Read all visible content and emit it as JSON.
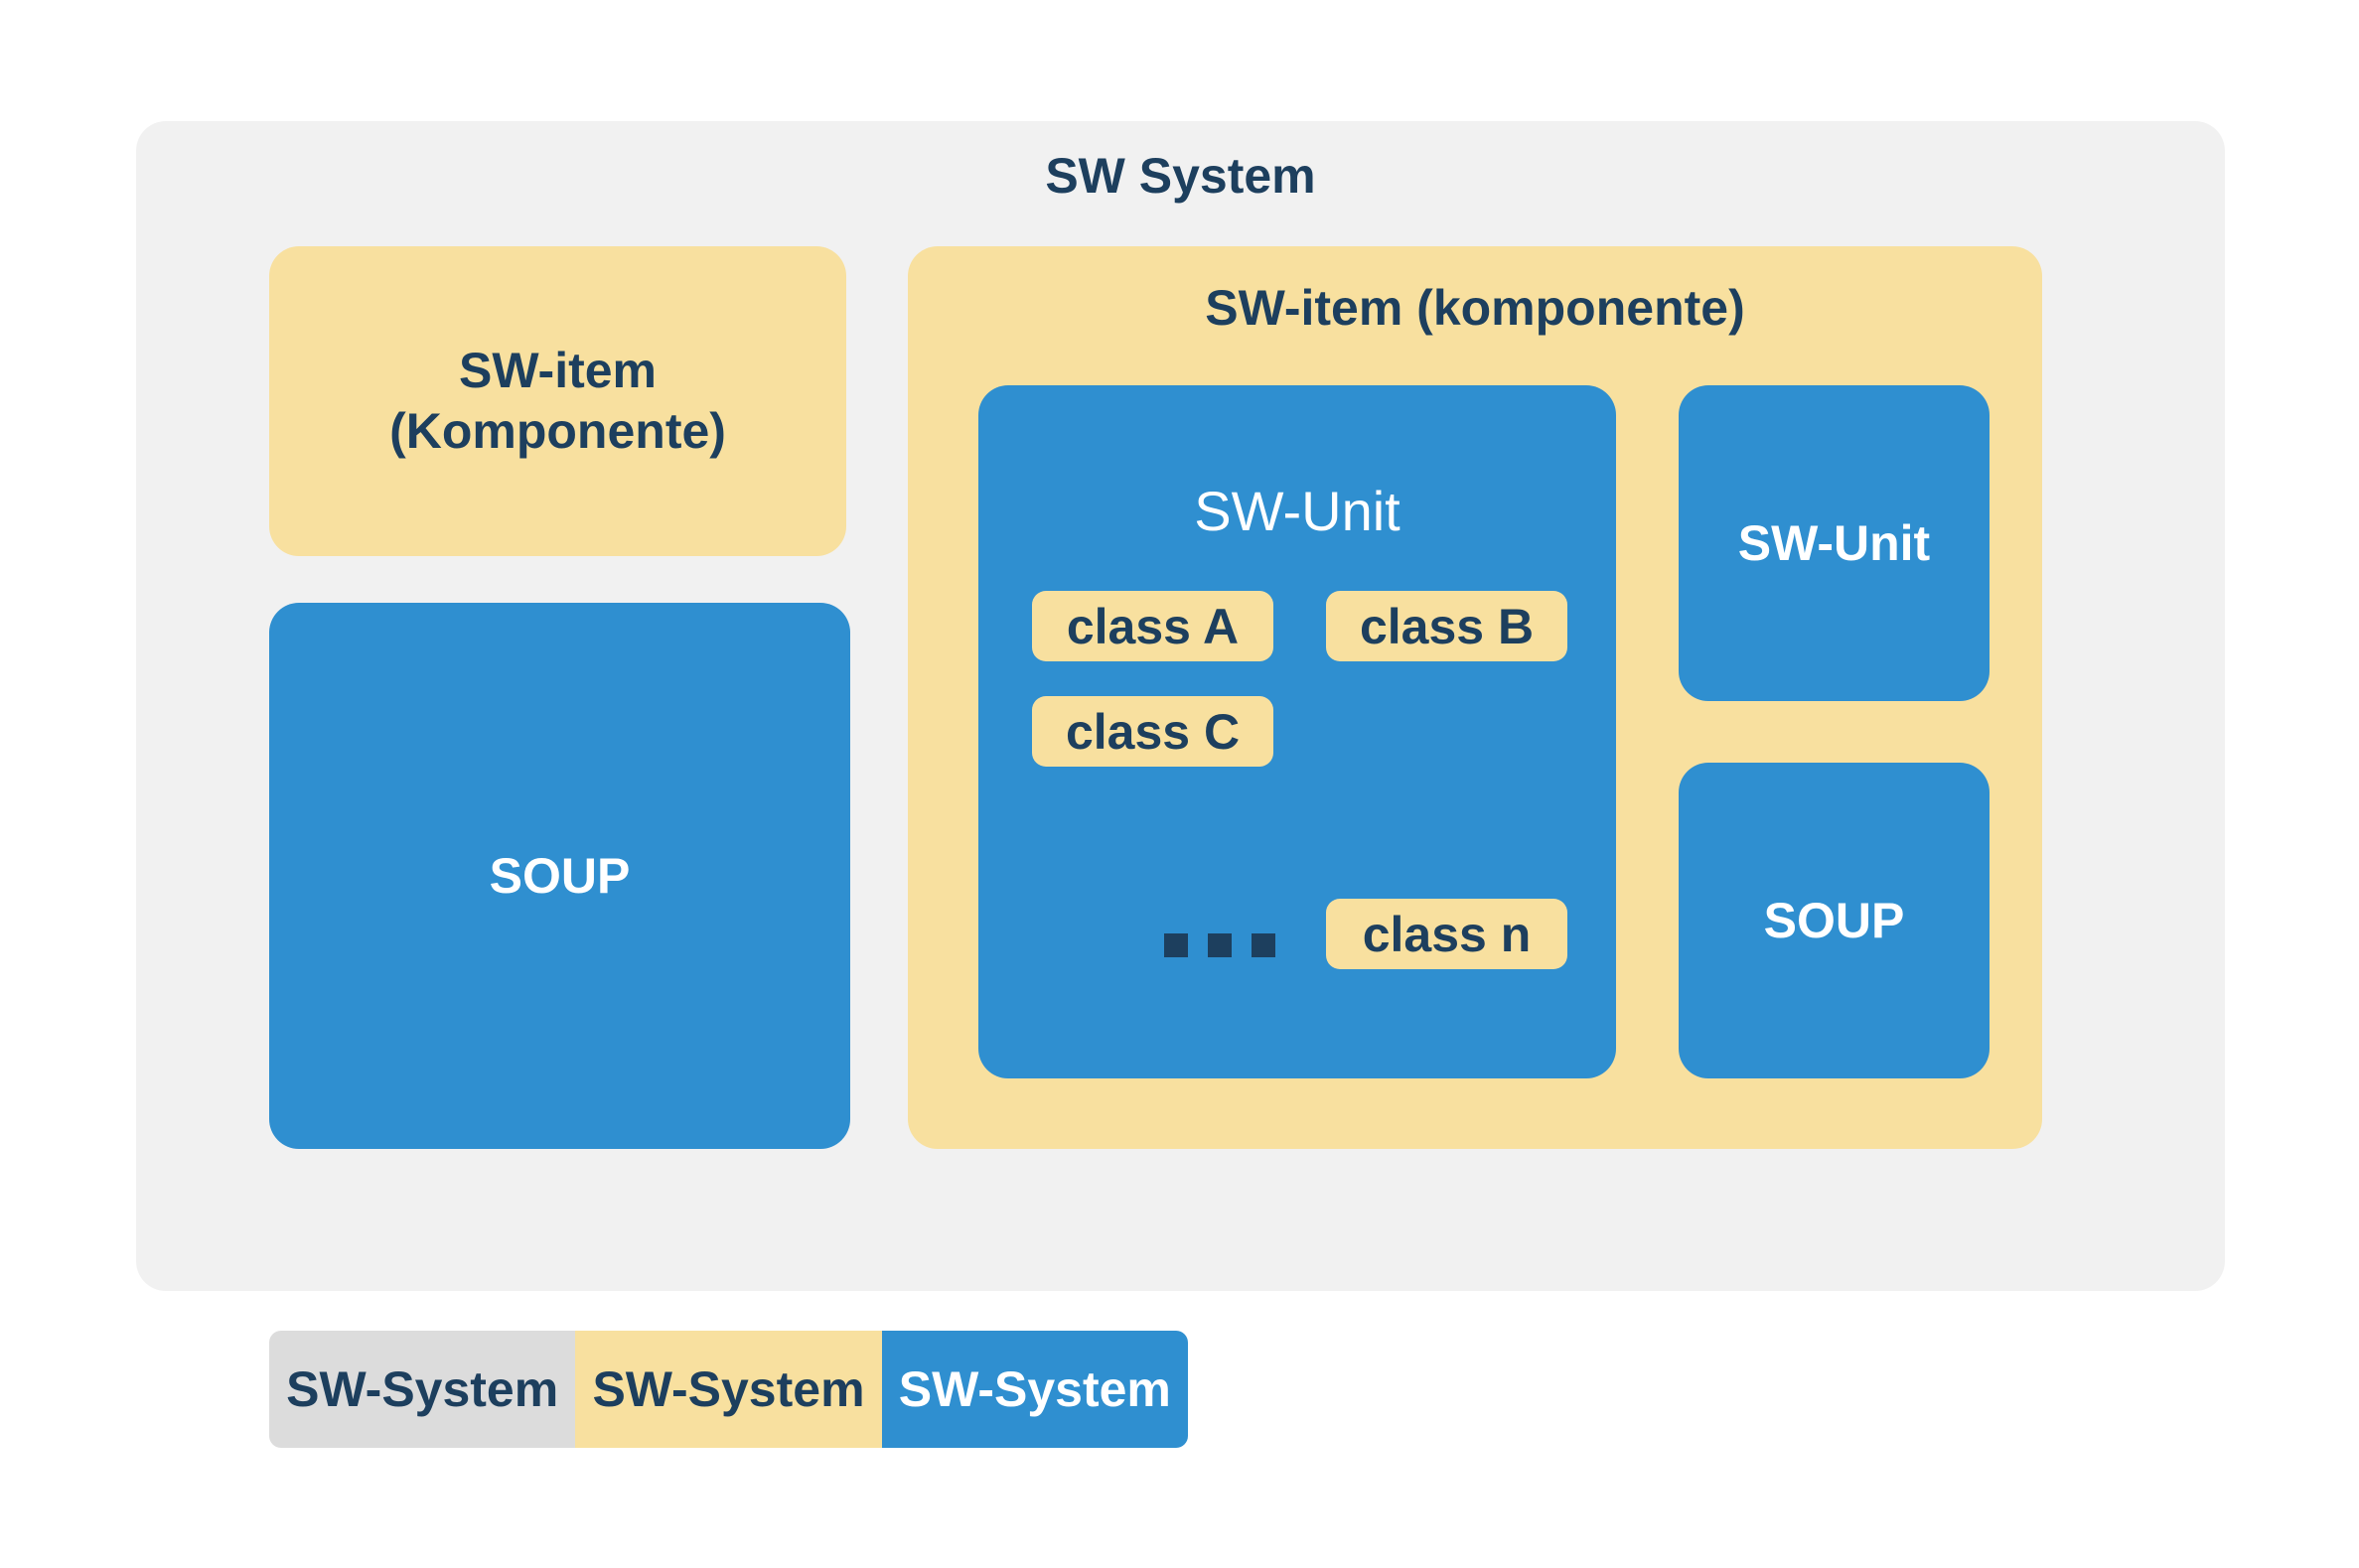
{
  "system": {
    "title": "SW System"
  },
  "left_item": {
    "label_line1": "SW-item",
    "label_line2": "(Komponente)"
  },
  "left_soup": {
    "label": "SOUP"
  },
  "right_item": {
    "title": "SW-item (komponente)",
    "unit_big": {
      "title": "SW-Unit",
      "classes": [
        "class A",
        "class B",
        "class C",
        "class n"
      ],
      "ellipsis": "..."
    },
    "unit_small": {
      "label": "SW-Unit"
    },
    "soup_small": {
      "label": "SOUP"
    }
  },
  "legend": {
    "items": [
      {
        "label": "SW-System",
        "color": "#dcdcdc"
      },
      {
        "label": "SW-System",
        "color": "#f8e09f"
      },
      {
        "label": "SW-System",
        "color": "#2f8fd0"
      }
    ]
  },
  "colors": {
    "background": "#f1f1f1",
    "yellow": "#f8e09f",
    "blue": "#2f8fd0",
    "dark_text": "#1d3f5e"
  }
}
